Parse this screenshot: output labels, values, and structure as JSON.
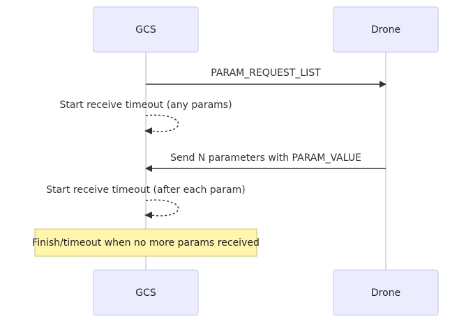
{
  "diagram": {
    "type": "sequence",
    "participants": {
      "gcs": "GCS",
      "drone": "Drone"
    },
    "messages": [
      {
        "from": "GCS",
        "to": "Drone",
        "text": "PARAM_REQUEST_LIST",
        "style": "solid"
      },
      {
        "from": "GCS",
        "to": "GCS",
        "text": "Start receive timeout (any params)",
        "style": "dashed"
      },
      {
        "from": "Drone",
        "to": "GCS",
        "text": "Send N parameters with PARAM_VALUE",
        "style": "solid"
      },
      {
        "from": "GCS",
        "to": "GCS",
        "text": "Start receive timeout (after each param)",
        "style": "dashed"
      }
    ],
    "note": {
      "over": "GCS",
      "text": "Finish/timeout when no more params received"
    },
    "colors": {
      "actor_fill": "#ececff",
      "actor_border": "#c6c6f0",
      "lifeline": "#c8c8e6",
      "line": "#333333",
      "note_fill": "#fff5ad",
      "note_border": "#c9c266"
    }
  }
}
